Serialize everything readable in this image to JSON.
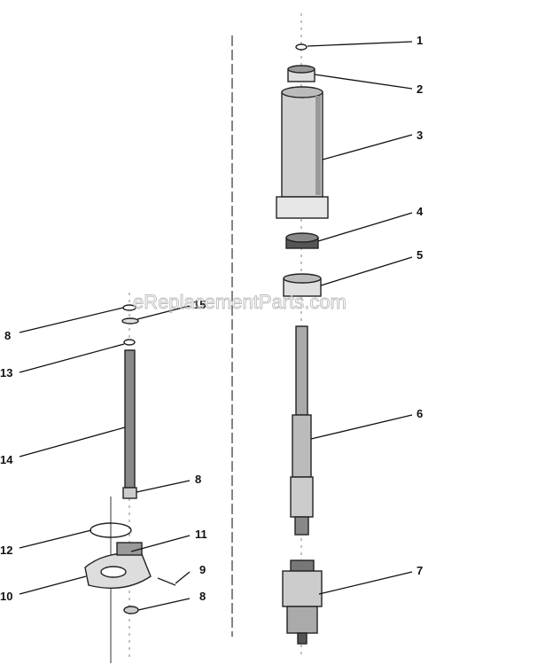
{
  "watermark": "eReplacementParts.com",
  "callouts": {
    "c1": "1",
    "c2": "2",
    "c3": "3",
    "c4": "4",
    "c5": "5",
    "c6": "6",
    "c7": "7",
    "c8a": "8",
    "c15": "15",
    "c13": "13",
    "c14": "14",
    "c8b": "8",
    "c11": "11",
    "c12": "12",
    "c9": "9",
    "c10": "10",
    "c8c": "8"
  }
}
